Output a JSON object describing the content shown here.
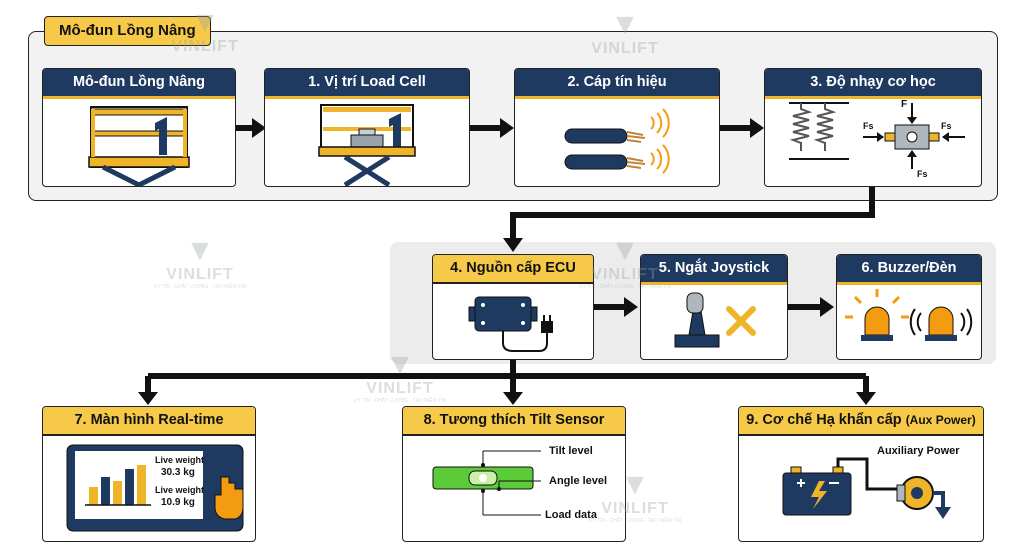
{
  "group_top": {
    "label": "Mô-đun Lồng Nâng"
  },
  "cards": {
    "c0": {
      "title": "Mô-đun Lồng Nâng"
    },
    "c1": {
      "title": "1. Vị trí Load Cell"
    },
    "c2": {
      "title": "2. Cáp tín hiệu"
    },
    "c3": {
      "title": "3. Độ nhạy cơ học",
      "force_f": "F",
      "force_fs": "Fs"
    },
    "c4": {
      "title": "4. Nguồn cấp ECU"
    },
    "c5": {
      "title": "5. Ngắt Joystick"
    },
    "c6": {
      "title": "6. Buzzer/Đèn"
    },
    "c7": {
      "title": "7. Màn hình Real-time",
      "live1_label": "Live weight",
      "live1_value": "30.3 kg",
      "live2_label": "Live weight",
      "live2_value": "10.9 kg"
    },
    "c8": {
      "title": "8. Tương thích Tilt Sensor",
      "tilt_level": "Tilt level",
      "angle_level": "Angle level",
      "load_data": "Load data"
    },
    "c9": {
      "title": "9. Cơ chế Hạ khẩn cấp",
      "title_suffix": "(Aux Power)",
      "aux_power": "Auxiliary Power"
    }
  },
  "watermark": {
    "brand": "VINLIFT",
    "tagline": "UY TÍN - CHẤT LƯỢNG - TẠO NIỀM TIN"
  },
  "colors": {
    "navy": "#1f3a60",
    "yellow": "#f7c948",
    "gold": "#f0b429",
    "orange": "#f39c12"
  }
}
